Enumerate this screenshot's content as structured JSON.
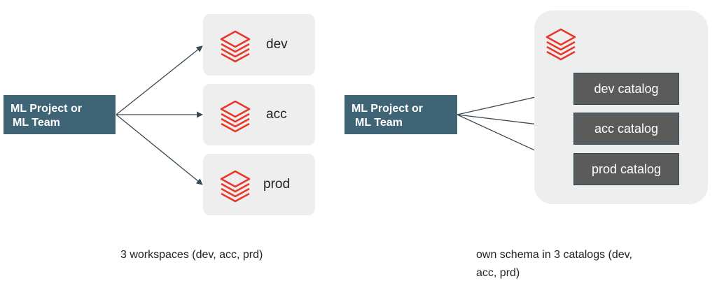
{
  "left": {
    "team_label_line1": "ML Project or",
    "team_label_line2": "ML Team",
    "workspaces": [
      {
        "label": "dev"
      },
      {
        "label": "acc"
      },
      {
        "label": "prod"
      }
    ],
    "caption": "3 workspaces (dev, acc, prd)"
  },
  "right": {
    "team_label_line1": "ML Project or",
    "team_label_line2": "ML Team",
    "catalogs": [
      {
        "label": "dev catalog"
      },
      {
        "label": "acc catalog"
      },
      {
        "label": "prod catalog"
      }
    ],
    "caption_line1": "own schema in 3 catalogs (dev,",
    "caption_line2": "acc, prd)"
  },
  "icons": {
    "logo": "databricks-stack-icon"
  },
  "colors": {
    "team_box": "#3f6475",
    "logo": "#e8372b",
    "card_bg": "#eeeeee",
    "catalog_box": "#5b5b5b",
    "arrow": "#3a4a55"
  }
}
